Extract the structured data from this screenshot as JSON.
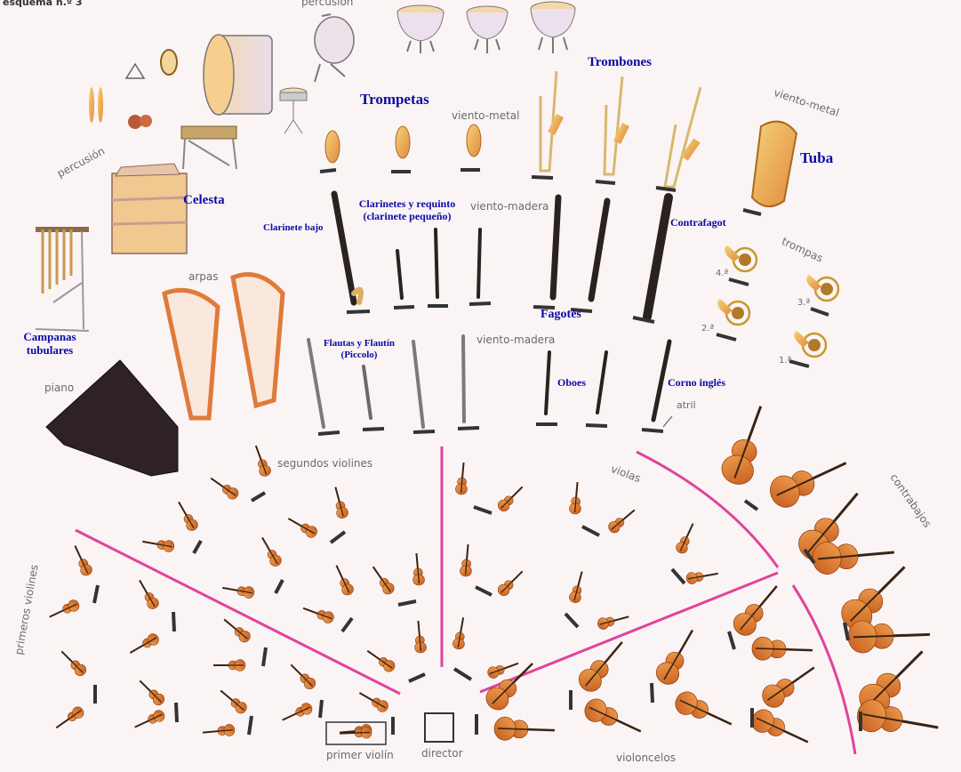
{
  "header": {
    "title": "esquema n.º 3"
  },
  "colors": {
    "label_blue": "#0a0aa6",
    "section_line": "#e0449a",
    "string_body": "#d8742a",
    "stand": "#333333",
    "background": "#fbf4f5"
  },
  "sections": {
    "percussion_top": "percusión",
    "percussion_left": "percusión",
    "brass_center": "viento-metal",
    "brass_right": "viento-metal",
    "woodwind_upper": "viento-madera",
    "woodwind_lower": "viento-madera",
    "horns": "trompas",
    "harps": "arpas",
    "piano": "piano",
    "stand_note": "atril",
    "second_violins": "segundos violines",
    "first_violins": "primeros violines",
    "violas": "violas",
    "double_basses": "contrabajos",
    "cellos": "violoncelos",
    "concertmaster": "primer violín",
    "conductor": "director"
  },
  "instruments": {
    "trumpets": "Trompetas",
    "trombones": "Trombones",
    "tuba": "Tuba",
    "celesta": "Celesta",
    "bass_clarinet": "Clarinete bajo",
    "clarinets_line1": "Clarinetes y requinto",
    "clarinets_line2": "(clarinete pequeño)",
    "contrabassoon": "Contrafagot",
    "bassoons": "Fagotes",
    "tubular_bells_line1": "Campanas",
    "tubular_bells_line2": "tubulares",
    "flutes_line1": "Flautas y Flautín",
    "flutes_line2": "(Piccolo)",
    "oboes": "Oboes",
    "english_horn": "Corno inglés"
  },
  "horn_positions": [
    "4.ª",
    "3.ª",
    "2.ª",
    "1.ª"
  ],
  "percussion_items": [
    "platillos",
    "triángulo",
    "pandereta",
    "castañuelas",
    "bombo",
    "xilófono",
    "caja",
    "gong",
    "timbales"
  ],
  "timpani_count": 3
}
